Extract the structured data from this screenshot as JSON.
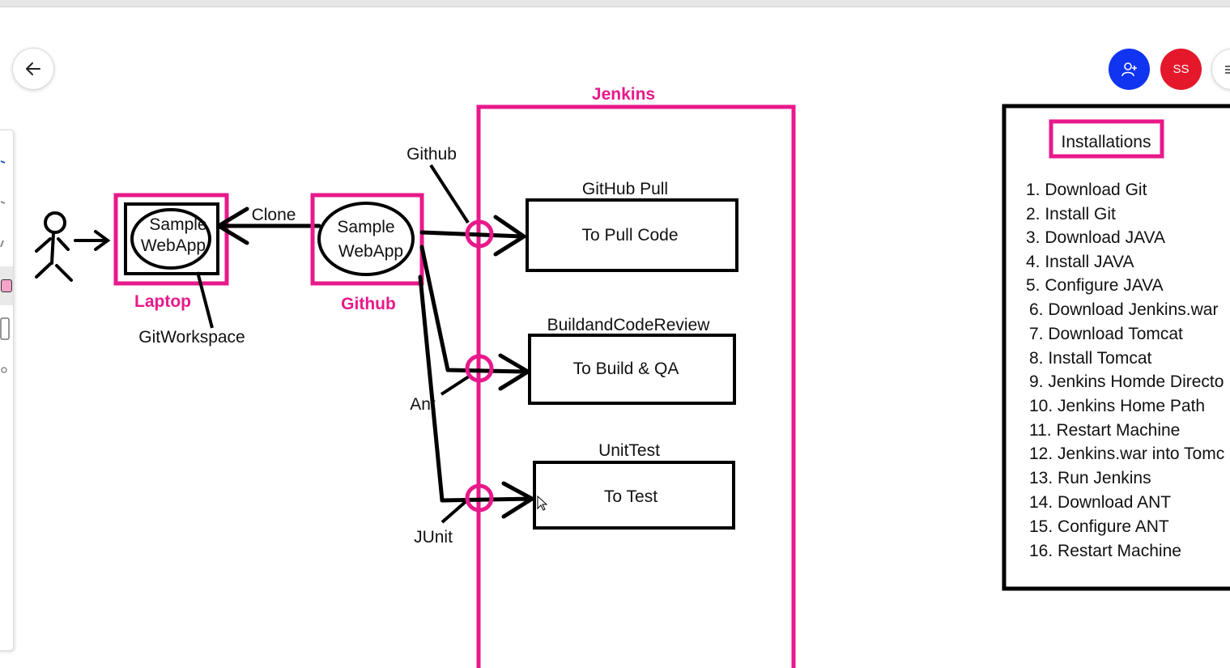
{
  "ui": {
    "avatar_initials": "SS",
    "accent_invite": "#1034f0",
    "accent_avatar": "#e5172a",
    "diagram_pink": "#e8198b"
  },
  "diagram": {
    "jenkins_title": "Jenkins",
    "laptop": {
      "inner_line1": "Sample",
      "inner_line2": "WebApp",
      "label": "Laptop",
      "workspace": "GitWorkspace"
    },
    "clone_label": "Clone",
    "github_repo": {
      "inner_line1": "Sample",
      "inner_line2": "WebApp",
      "label": "Github"
    },
    "connectors": {
      "github": "Github",
      "ant": "Ant",
      "junit": "JUnit"
    },
    "stages": [
      {
        "title": "GitHub Pull",
        "box": "To Pull Code"
      },
      {
        "title": "BuildandCodeReview",
        "box": "To Build & QA"
      },
      {
        "title": "UnitTest",
        "box": "To Test"
      }
    ],
    "installations": {
      "title": "Installations",
      "items": [
        "1. Download Git",
        "2. Install Git",
        "3. Download JAVA",
        "4. Install JAVA",
        "5. Configure JAVA",
        "6. Download Jenkins.war",
        "7. Download Tomcat",
        "8. Install Tomcat",
        "9. Jenkins Homde Directo",
        "10. Jenkins Home Path",
        "11. Restart Machine",
        "12. Jenkins.war into Tomc",
        "13. Run Jenkins",
        "14. Download ANT",
        "15. Configure ANT",
        "16. Restart Machine"
      ]
    }
  }
}
